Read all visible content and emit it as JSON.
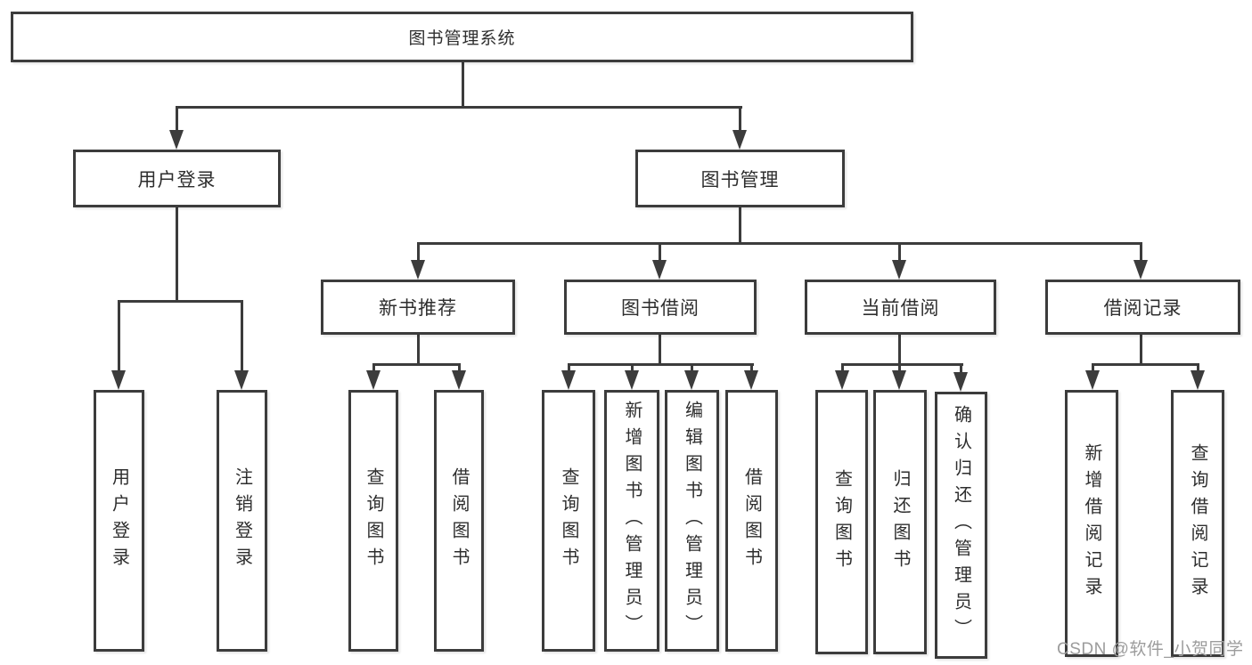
{
  "diagram": {
    "title": "图书管理系统",
    "branches": [
      {
        "label": "用户登录",
        "leaves": [
          "用户登录",
          "注销登录"
        ]
      },
      {
        "label": "图书管理",
        "groups": [
          {
            "label": "新书推荐",
            "leaves": [
              "查询图书",
              "借阅图书"
            ]
          },
          {
            "label": "图书借阅",
            "leaves": [
              "查询图书",
              "新增图书（管理员）",
              "编辑图书（管理员）",
              "借阅图书"
            ]
          },
          {
            "label": "当前借阅",
            "leaves": [
              "查询图书",
              "归还图书",
              "确认归还（管理员）"
            ]
          },
          {
            "label": "借阅记录",
            "leaves": [
              "新增借阅记录",
              "查询借阅记录"
            ]
          }
        ]
      }
    ]
  },
  "watermark": "CSDN @软件_小贺同学",
  "colors": {
    "line": "#3c3c3c",
    "text": "#2e2e2e",
    "background": "#ffffff",
    "watermark": "#9c9c9c"
  }
}
